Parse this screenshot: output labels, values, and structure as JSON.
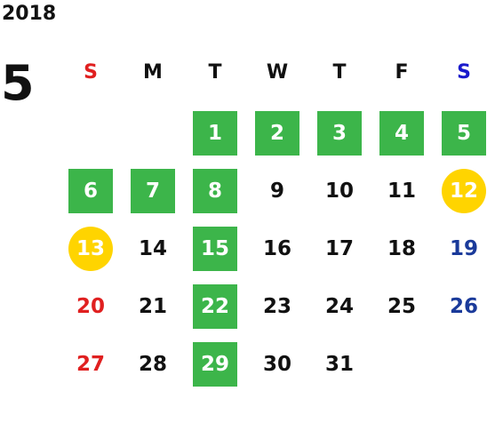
{
  "year": "2018",
  "month": "5",
  "weekdays": [
    "S",
    "M",
    "T",
    "W",
    "T",
    "F",
    "S"
  ],
  "colors": {
    "sunday": "#e02020",
    "saturday": "#1a3a9a",
    "default": "#111111",
    "highlight_green": "#3cb54a",
    "highlight_yellow": "#ffd400"
  },
  "days": [
    {
      "n": "1",
      "col": 2,
      "row": 0,
      "style": "green"
    },
    {
      "n": "2",
      "col": 3,
      "row": 0,
      "style": "green"
    },
    {
      "n": "3",
      "col": 4,
      "row": 0,
      "style": "green"
    },
    {
      "n": "4",
      "col": 5,
      "row": 0,
      "style": "green"
    },
    {
      "n": "5",
      "col": 6,
      "row": 0,
      "style": "green"
    },
    {
      "n": "6",
      "col": 0,
      "row": 1,
      "style": "green"
    },
    {
      "n": "7",
      "col": 1,
      "row": 1,
      "style": "green"
    },
    {
      "n": "8",
      "col": 2,
      "row": 1,
      "style": "green"
    },
    {
      "n": "9",
      "col": 3,
      "row": 1,
      "style": "plain"
    },
    {
      "n": "10",
      "col": 4,
      "row": 1,
      "style": "plain"
    },
    {
      "n": "11",
      "col": 5,
      "row": 1,
      "style": "plain"
    },
    {
      "n": "12",
      "col": 6,
      "row": 1,
      "style": "circle"
    },
    {
      "n": "13",
      "col": 0,
      "row": 2,
      "style": "circle"
    },
    {
      "n": "14",
      "col": 1,
      "row": 2,
      "style": "plain"
    },
    {
      "n": "15",
      "col": 2,
      "row": 2,
      "style": "green"
    },
    {
      "n": "16",
      "col": 3,
      "row": 2,
      "style": "plain"
    },
    {
      "n": "17",
      "col": 4,
      "row": 2,
      "style": "plain"
    },
    {
      "n": "18",
      "col": 5,
      "row": 2,
      "style": "plain"
    },
    {
      "n": "19",
      "col": 6,
      "row": 2,
      "style": "plain"
    },
    {
      "n": "20",
      "col": 0,
      "row": 3,
      "style": "plain"
    },
    {
      "n": "21",
      "col": 1,
      "row": 3,
      "style": "plain"
    },
    {
      "n": "22",
      "col": 2,
      "row": 3,
      "style": "green"
    },
    {
      "n": "23",
      "col": 3,
      "row": 3,
      "style": "plain"
    },
    {
      "n": "24",
      "col": 4,
      "row": 3,
      "style": "plain"
    },
    {
      "n": "25",
      "col": 5,
      "row": 3,
      "style": "plain"
    },
    {
      "n": "26",
      "col": 6,
      "row": 3,
      "style": "plain"
    },
    {
      "n": "27",
      "col": 0,
      "row": 4,
      "style": "plain"
    },
    {
      "n": "28",
      "col": 1,
      "row": 4,
      "style": "plain"
    },
    {
      "n": "29",
      "col": 2,
      "row": 4,
      "style": "green"
    },
    {
      "n": "30",
      "col": 3,
      "row": 4,
      "style": "plain"
    },
    {
      "n": "31",
      "col": 4,
      "row": 4,
      "style": "plain"
    }
  ]
}
